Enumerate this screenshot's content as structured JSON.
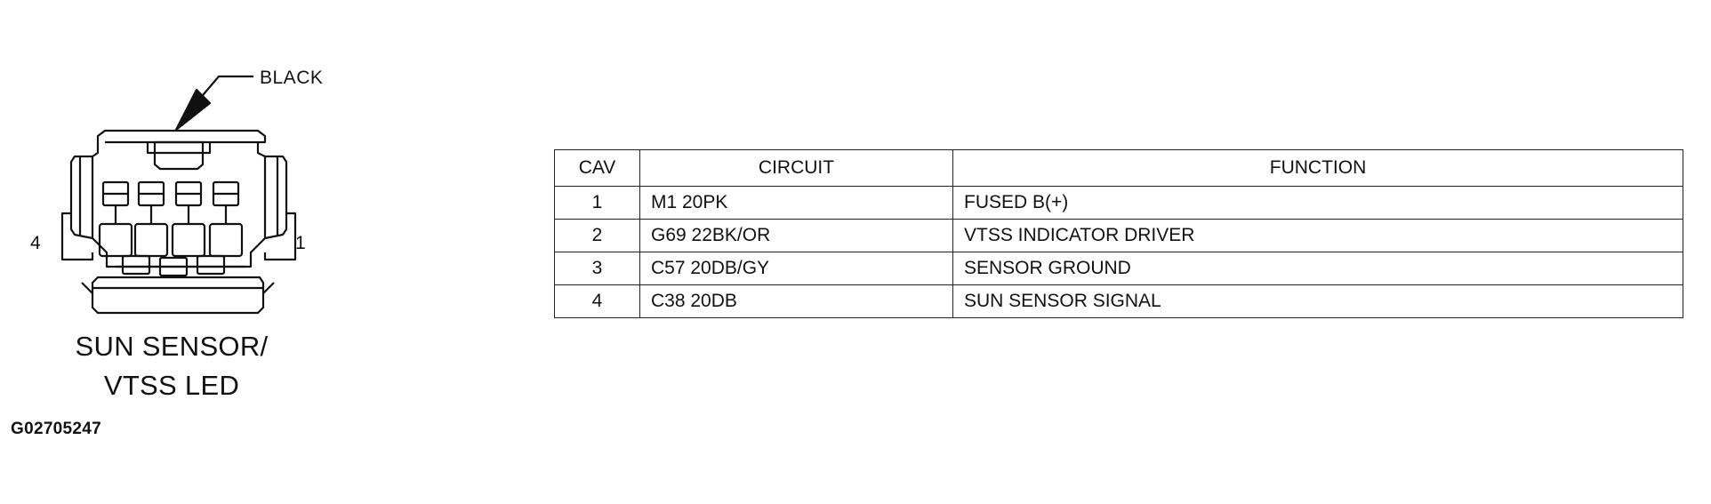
{
  "connector": {
    "color_label": "BLACK",
    "pin_left_label": "4",
    "pin_right_label": "1",
    "name_line1": "SUN SENSOR/",
    "name_line2": "VTSS LED",
    "figure_id": "G02705247"
  },
  "table": {
    "headers": {
      "cav": "CAV",
      "circuit": "CIRCUIT",
      "function": "FUNCTION"
    },
    "rows": [
      {
        "cav": "1",
        "circuit": "M1 20PK",
        "function": "FUSED B(+)"
      },
      {
        "cav": "2",
        "circuit": "G69 22BK/OR",
        "function": "VTSS INDICATOR DRIVER"
      },
      {
        "cav": "3",
        "circuit": "C57 20DB/GY",
        "function": "SENSOR GROUND"
      },
      {
        "cav": "4",
        "circuit": "C38 20DB",
        "function": "SUN SENSOR SIGNAL"
      }
    ]
  }
}
